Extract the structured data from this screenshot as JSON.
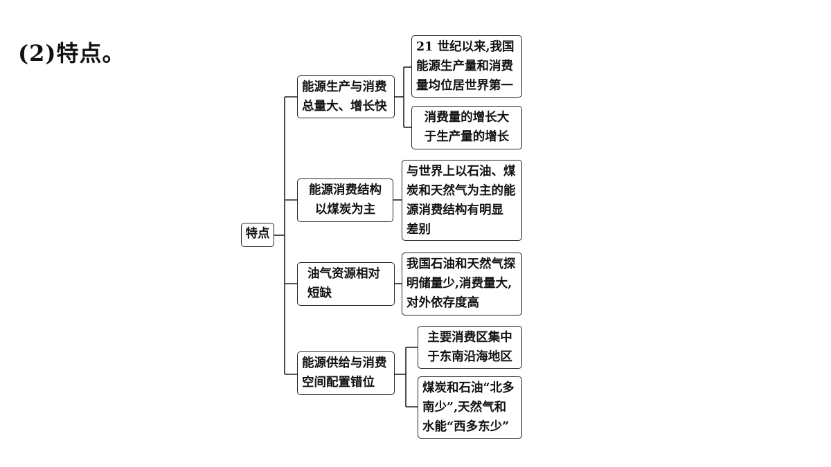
{
  "heading": "(2)特点。",
  "root": {
    "label": "特点"
  },
  "branches": [
    {
      "label": "能源生产与消费\n总量大、增长快",
      "children": [
        {
          "label": "21 世纪以来,我国\n能源生产量和消费\n量均位居世界第一"
        },
        {
          "label": "消费量的增长大\n于生产量的增长"
        }
      ]
    },
    {
      "label": "能源消费结构\n以煤炭为主",
      "children": [
        {
          "label": "与世界上以石油、煤\n炭和天然气为主的能\n源消费结构有明显\n差别"
        }
      ]
    },
    {
      "label": "油气资源相对\n短缺",
      "children": [
        {
          "label": "我国石油和天然气探\n明储量少,消费量大,\n对外依存度高"
        }
      ]
    },
    {
      "label": "能源供给与消费\n空间配置错位",
      "children": [
        {
          "label": "主要消费区集中\n于东南沿海地区"
        },
        {
          "label": "煤炭和石油“北多\n南少”,天然气和\n水能“西多东少”"
        }
      ]
    }
  ]
}
